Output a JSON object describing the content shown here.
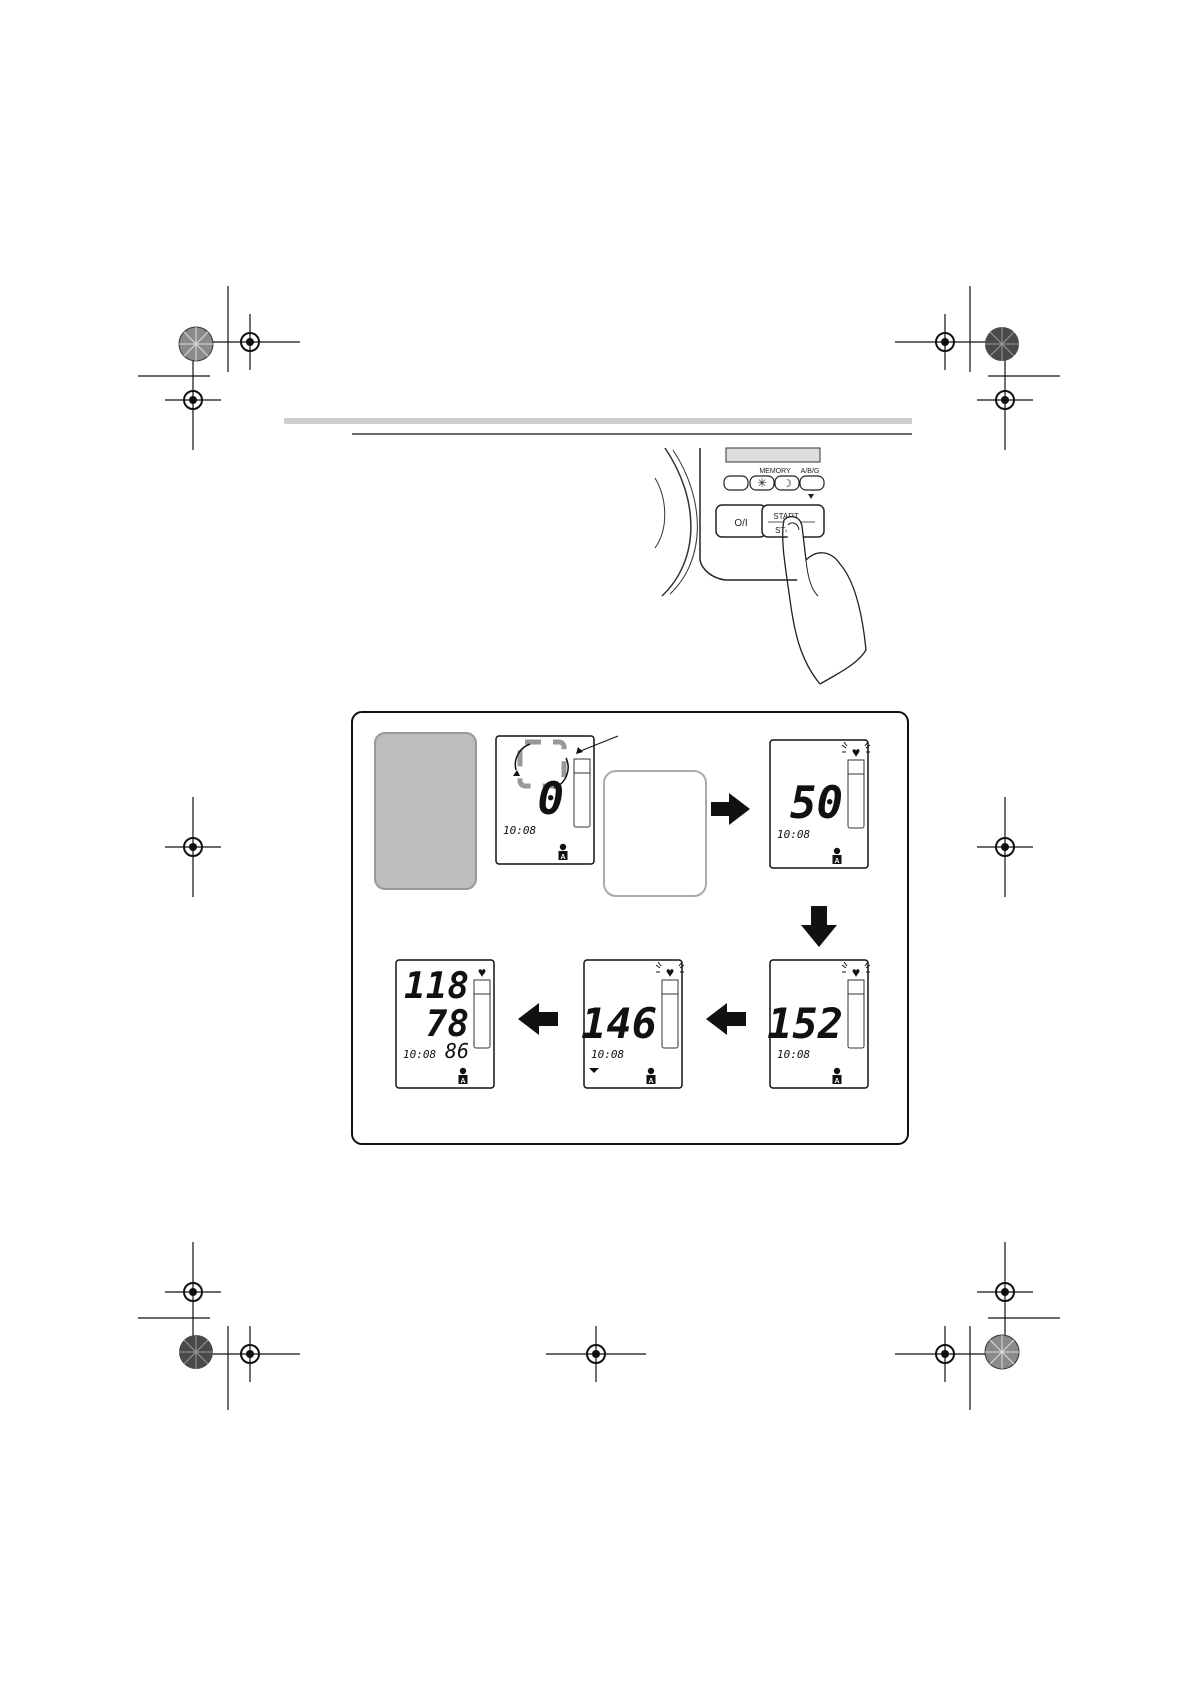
{
  "device": {
    "memory_label": "MEMORY",
    "abg_label": "A/B/G",
    "power_label": "O/I",
    "start_label": "START",
    "stop_label": "STOP"
  },
  "screens": {
    "s1": {
      "value": "0",
      "time": "10:08"
    },
    "s2": {
      "value": "50",
      "time": "10:08"
    },
    "s3": {
      "value": "152",
      "time": "10:08"
    },
    "s4": {
      "value": "146",
      "time": "10:08"
    },
    "s5": {
      "systolic": "118",
      "diastolic": "78",
      "pulse": "86",
      "time": "10:08"
    }
  },
  "user_icon_letter": "A",
  "colors": {
    "gray_panel": "#bdbdbd",
    "rule": "#cfcfcf",
    "ink": "#111111"
  }
}
